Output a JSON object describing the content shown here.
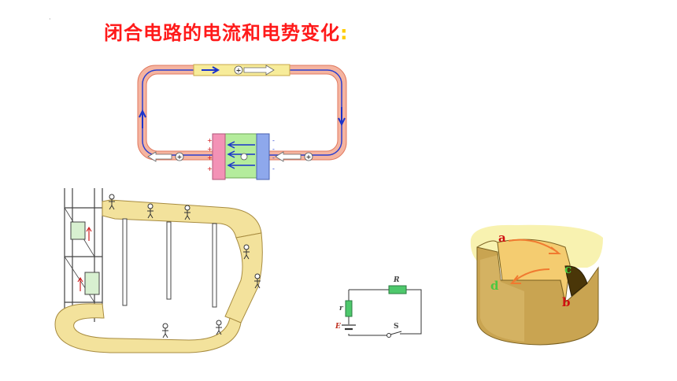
{
  "title": "闭合电路的电流和电势变化",
  "title_colon": ":",
  "marker_dot": "·",
  "circuit": {
    "carrier_symbol": "+",
    "left_plate_signs": [
      "+",
      "+",
      "+",
      "+"
    ],
    "right_plate_signs": [
      "-",
      "-",
      "-",
      "-"
    ]
  },
  "schematic": {
    "resistor_label": "R",
    "internal_r_label": "r",
    "emf_label": "E",
    "switch_label": "S"
  },
  "cylinder": {
    "point_a": "a",
    "point_b": "b",
    "point_c": "c",
    "point_d": "d"
  },
  "colors": {
    "title": "#ff1a1a",
    "colon": "#ffcc00",
    "track": "#f3e29c",
    "wire_outer": "#f5a38c",
    "current_arrow": "#1a33cc",
    "plate_pos": "#f08cb0",
    "plate_neg": "#7f9fe8",
    "electrolyte": "#a8e890"
  }
}
